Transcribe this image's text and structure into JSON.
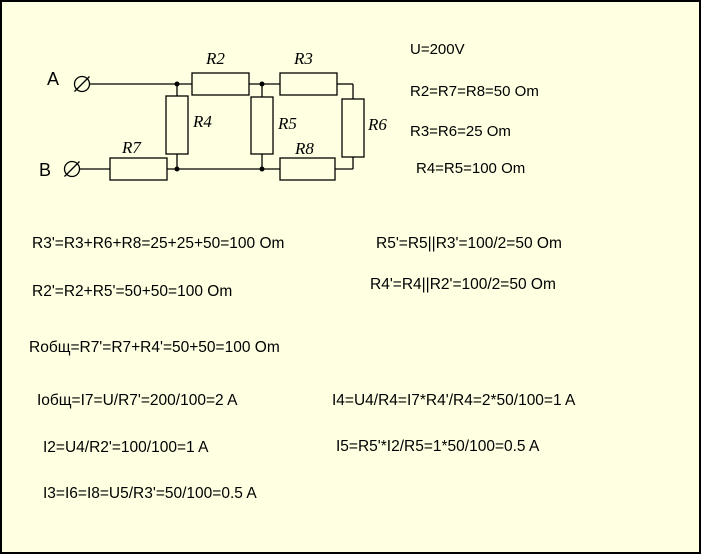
{
  "colors": {
    "background": "#ffffe2",
    "ink": "#000000"
  },
  "circuit": {
    "terminal_a": "A",
    "terminal_b": "B",
    "resistor_labels": {
      "r2": "R2",
      "r3": "R3",
      "r4": "R4",
      "r5": "R5",
      "r6": "R6",
      "r7": "R7",
      "r8": "R8"
    }
  },
  "given": {
    "voltage": "U=200V",
    "line_r2_r7_r8": "R2=R7=R8=50 Om",
    "line_r3_r6": "R3=R6=25 Om",
    "line_r4_r5": "R4=R5=100 Om"
  },
  "calculations": {
    "r3_prime": "R3'=R3+R6+R8=25+25+50=100 Om",
    "r5_prime": "R5'=R5||R3'=100/2=50 Om",
    "r2_prime": "R2'=R2+R5'=50+50=100 Om",
    "r4_prime": "R4'=R4||R2'=100/2=50 Om",
    "r_total": "Rобщ=R7'=R7+R4'=50+50=100 Om",
    "i_total": "Iобщ=I7=U/R7'=200/100=2 A",
    "i4": "I4=U4/R4=I7*R4'/R4=2*50/100=1 A",
    "i2": "I2=U4/R2'=100/100=1 A",
    "i5": "I5=R5'*I2/R5=1*50/100=0.5 A",
    "i3": "I3=I6=I8=U5/R3'=50/100=0.5 A"
  }
}
